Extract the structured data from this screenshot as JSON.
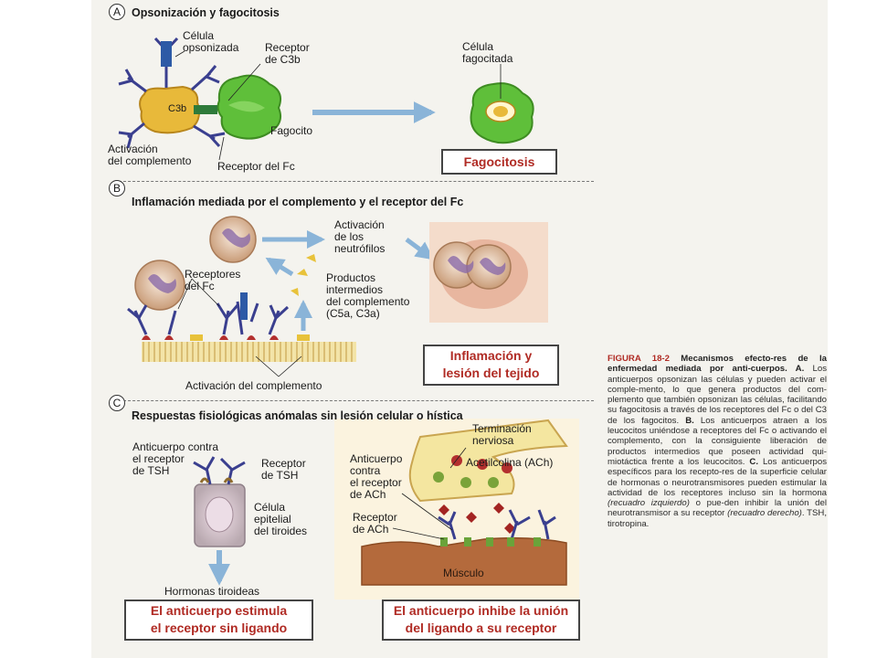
{
  "panels": [
    {
      "letter": "A",
      "title": "Opsonización y fagocitosis",
      "labels": {
        "opsonized_cell": "Célula\nopsonizada",
        "c3b_receptor": "Receptor\nde C3b",
        "c3b": "C3b",
        "phagocyte": "Fagocito",
        "complement_activation": "Activación\ndel complemento",
        "fc_receptor": "Receptor del Fc",
        "phagocytosed_cell": "Célula\nfagocitada"
      },
      "result": "Fagocitosis"
    },
    {
      "letter": "B",
      "title": "Inflamación mediada por el complemento y el receptor del Fc",
      "labels": {
        "neutrophil_activation": "Activación\nde los\nneutrófilos",
        "fc_receptors": "Receptores\ndel Fc",
        "complement_products": "Productos\nintermedios\ndel complemento\n(C5a, C3a)",
        "complement_activation": "Activación del complemento"
      },
      "result": "Inflamación y\nlesión del tejido"
    },
    {
      "letter": "C",
      "title": "Respuestas fisiológicas anómalas sin lesión celular o hística",
      "labels": {
        "anti_tsh_antibody": "Anticuerpo contra\nel receptor\nde TSH",
        "tsh_receptor": "Receptor\nde TSH",
        "thyroid_cell": "Célula\nepitelial\ndel tiroides",
        "thyroid_hormones": "Hormonas tiroideas",
        "nerve_ending": "Terminación\nnerviosa",
        "acetylcholine": "Acetilcolina (ACh)",
        "anti_ach_antibody": "Anticuerpo\ncontra\nel receptor\nde ACh",
        "ach_receptor": "Receptor\nde ACh",
        "muscle": "Músculo"
      },
      "result_left": "El anticuerpo estimula\nel receptor sin ligando",
      "result_right": "El anticuerpo inhibe la unión\ndel ligando a su receptor"
    }
  ],
  "caption": {
    "lead": "FIGURA 18-2",
    "heading": " Mecanismos efecto-res de la enfermedad mediada por anti-cuerpos. A.",
    "text_a": " Los anticuerpos opsonizan las células y pueden activar el comple-mento, lo que genera productos del com-plemento que también opsonizan las células, facilitando su fagocitosis a través de los receptores del Fc o del C3 de los fagocitos. ",
    "b": "B.",
    "text_b": " Los anticuerpos atraen a los leucocitos uniéndose a receptores del Fc o activando el complemento, con la consiguiente liberación de productos intermedios que poseen actividad qui-miotáctica frente a los leucocitos. ",
    "c": "C.",
    "text_c1": " Los anticuerpos específicos para los recepto-res de la superficie celular de hormonas o neurotransmisores pueden estimular la actividad de los receptores incluso sin la hormona ",
    "italic1": "(recuadro izquierdo)",
    "text_c2": " o pue-den inhibir la unión del neurotransmisor a su receptor ",
    "italic2": "(recuadro derecho)",
    "text_c3": ". TSH, tirotropina."
  },
  "colors": {
    "result_text": "#b02b24",
    "arrow": "#8ab4d8",
    "phagocyte": "#5fbf3a",
    "opsonized_cell": "#e8b93a",
    "neutrophil": "#d9b896",
    "muscle": "#b46a3c",
    "membrane": "#e6c56a"
  }
}
